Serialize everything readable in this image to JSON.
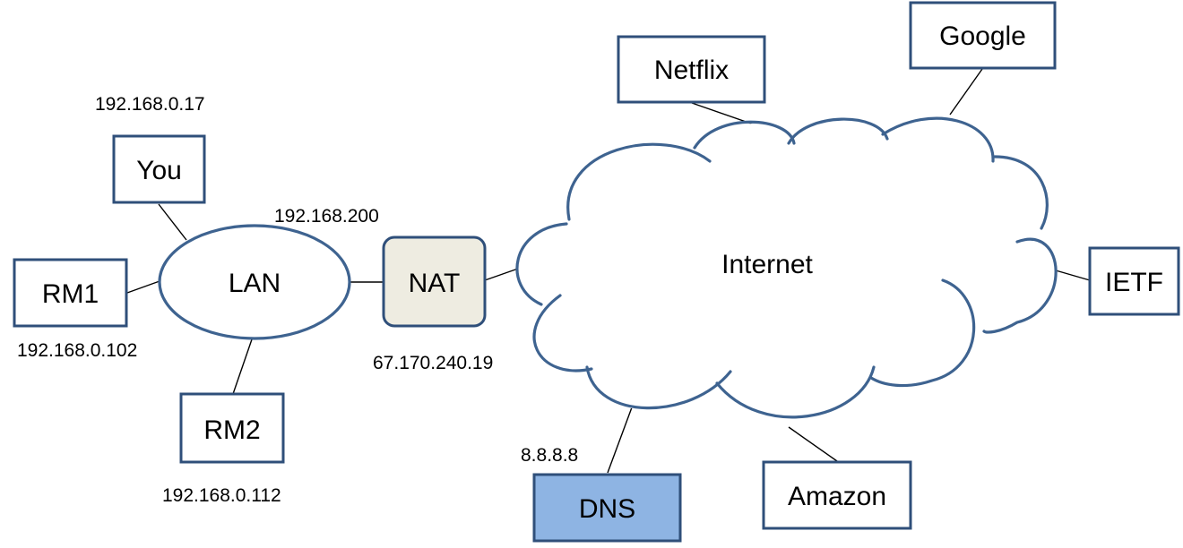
{
  "nodes": {
    "you": "You",
    "rm1": "RM1",
    "rm2": "RM2",
    "lan": "LAN",
    "nat": "NAT",
    "internet": "Internet",
    "netflix": "Netflix",
    "google": "Google",
    "ietf": "IETF",
    "amazon": "Amazon",
    "dns": "DNS"
  },
  "addresses": {
    "you": "192.168.0.17",
    "nat_inside": "192.168.200",
    "rm1": "192.168.0.102",
    "nat_outside": "67.170.240.19",
    "rm2": "192.168.0.112",
    "dns": "8.8.8.8"
  },
  "colors": {
    "box_border": "#2f4f7a",
    "cloud_outline": "#3e6390",
    "nat_fill": "#eeece1",
    "dns_fill": "#8eb4e3"
  }
}
